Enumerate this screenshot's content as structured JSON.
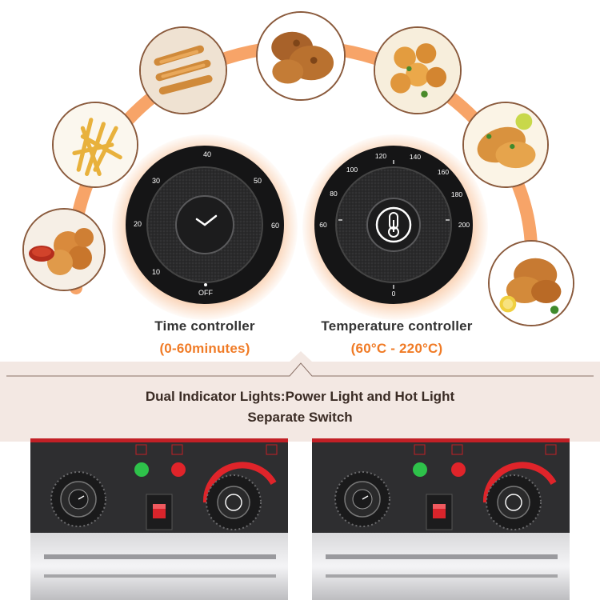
{
  "time_controller": {
    "title": "Time controller",
    "range": "(0-60minutes)",
    "dial_numbers": [
      "40",
      "50",
      "60",
      "30",
      "20",
      "10",
      "OFF"
    ]
  },
  "temperature_controller": {
    "title": "Temperature controller",
    "range": "(60°C - 220°C)",
    "dial_numbers": [
      "60",
      "80",
      "100",
      "120",
      "140",
      "160",
      "180",
      "200",
      "0"
    ]
  },
  "banner": {
    "line1": "Dual Indicator Lights:Power Light and Hot Light",
    "line2": "Separate Switch"
  },
  "colors": {
    "accent": "#f07b26",
    "arc": "#f7a468",
    "band": "#f3e8e3",
    "panel": "#2e2e30",
    "power_light": "#2ec24a",
    "hot_light": "#e0242a"
  },
  "icons": {
    "time_dial": "clock-hand-icon",
    "temp_dial": "thermometer-icon"
  }
}
